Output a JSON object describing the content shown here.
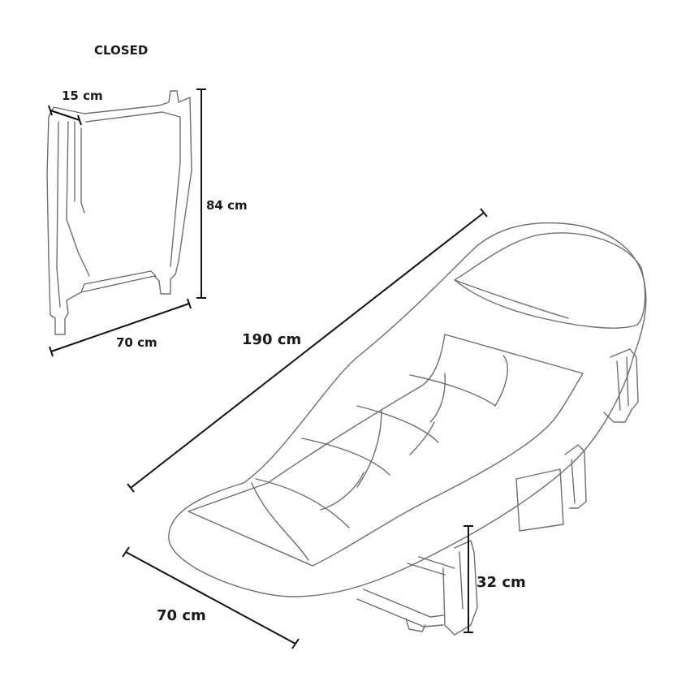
{
  "closed_view": {
    "title": "CLOSED",
    "depth_label": "15 cm",
    "height_label": "84 cm",
    "width_label": "70 cm"
  },
  "open_view": {
    "length_label": "190 cm",
    "width_label": "70 cm",
    "height_label": "32 cm"
  }
}
